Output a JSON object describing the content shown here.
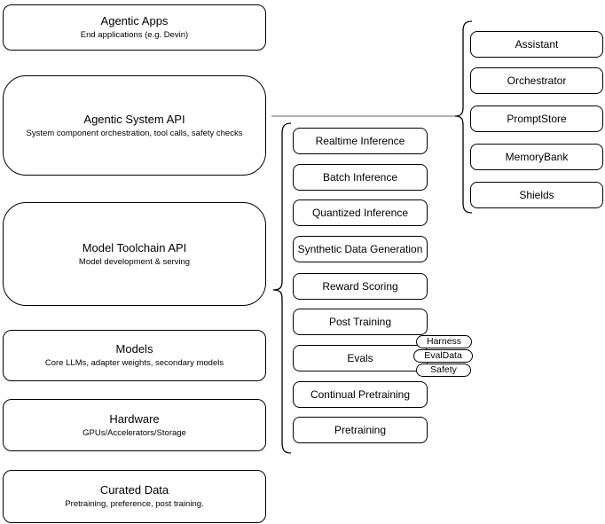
{
  "diagram": {
    "left_stack": {
      "agentic_apps": {
        "title": "Agentic Apps",
        "subtitle": "End applications (e.g. Devin)"
      },
      "agentic_system_api": {
        "title": "Agentic System API",
        "subtitle": "System component orchestration, tool calls, safety checks"
      },
      "model_toolchain_api": {
        "title": "Model Toolchain API",
        "subtitle": "Model development & serving"
      },
      "models": {
        "title": "Models",
        "subtitle": "Core LLMs, adapter weights, secondary models"
      },
      "hardware": {
        "title": "Hardware",
        "subtitle": "GPUs/Accelerators/Storage"
      },
      "curated_data": {
        "title": "Curated Data",
        "subtitle": "Pretraining, preference, post training."
      }
    },
    "toolchain_components": [
      "Realtime Inference",
      "Batch Inference",
      "Quantized Inference",
      "Synthetic Data Generation",
      "Reward Scoring",
      "Post Training",
      "Evals",
      "Continual Pretraining",
      "Pretraining"
    ],
    "eval_tags": [
      "Harness",
      "EvalData",
      "Safety"
    ],
    "system_components": [
      "Assistant",
      "Orchestrator",
      "PromptStore",
      "MemoryBank",
      "Shields"
    ],
    "colors": {
      "node_fill": "#ffffff",
      "node_stroke": "#000000",
      "text": "#000000",
      "connector": "#666666"
    }
  }
}
